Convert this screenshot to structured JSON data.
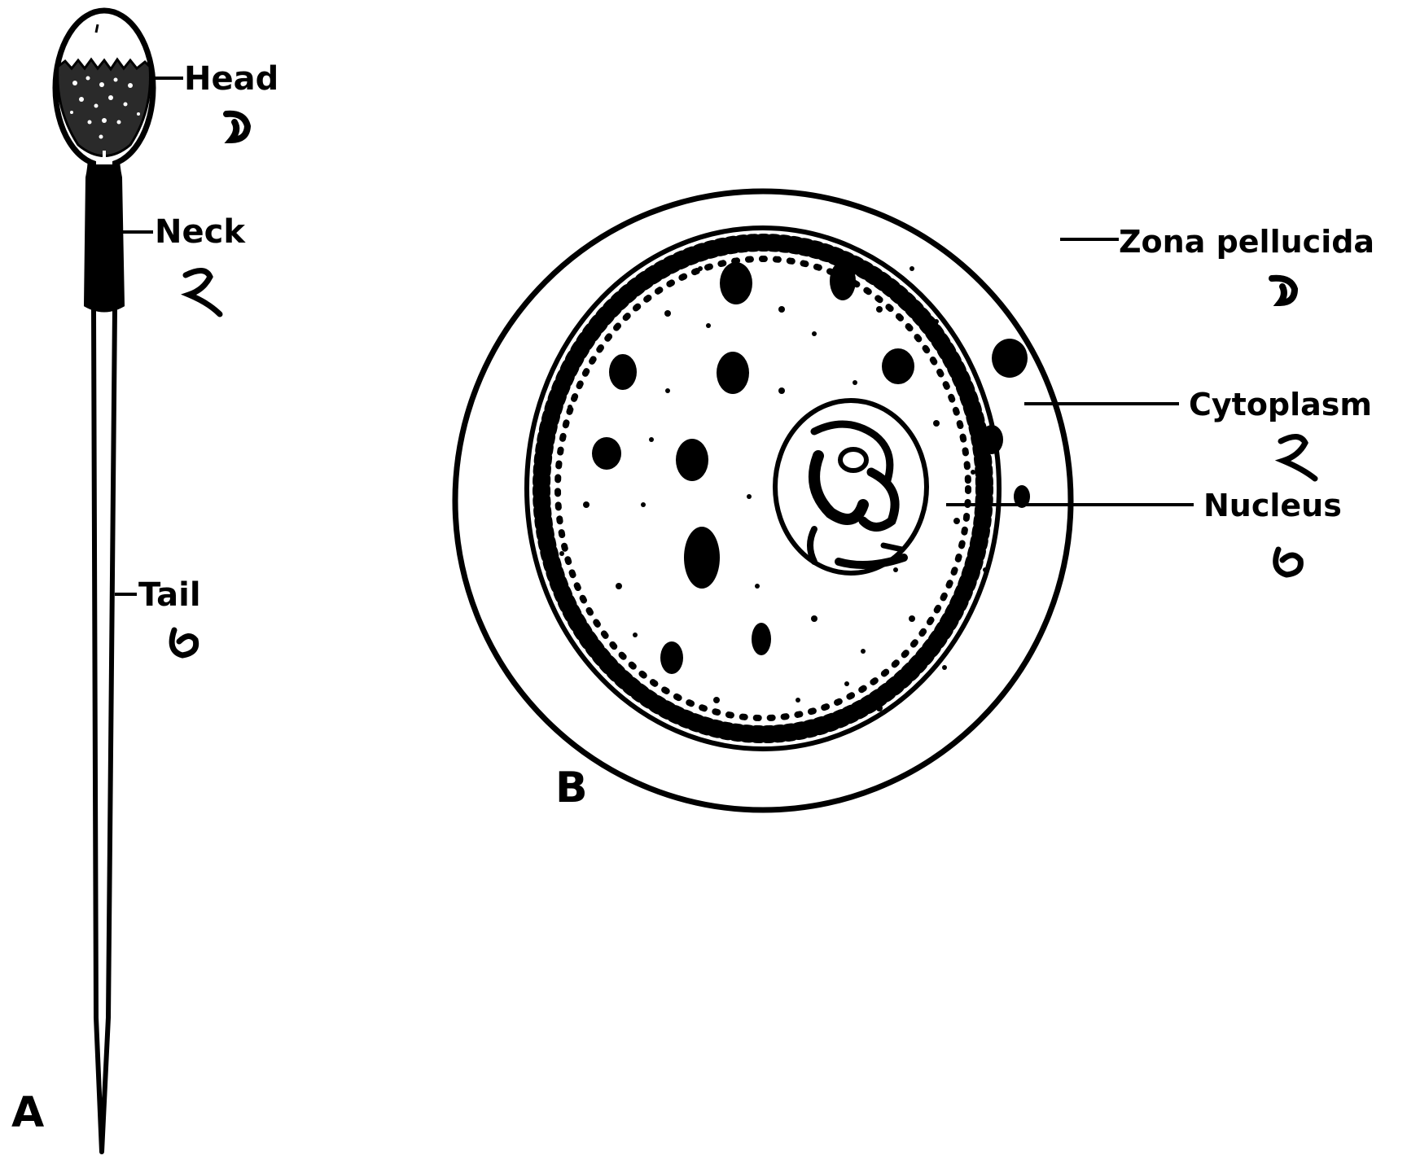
{
  "sperm": {
    "panel_letter": "A",
    "labels": {
      "head": "Head",
      "neck": "Neck",
      "tail": "Tail"
    }
  },
  "ovum": {
    "panel_letter": "B",
    "labels": {
      "zona": "Zona pellucida",
      "cytoplasm": "Cytoplasm",
      "nucleus": "Nucleus"
    }
  },
  "colors": {
    "ink": "#000000",
    "paper": "#ffffff"
  }
}
